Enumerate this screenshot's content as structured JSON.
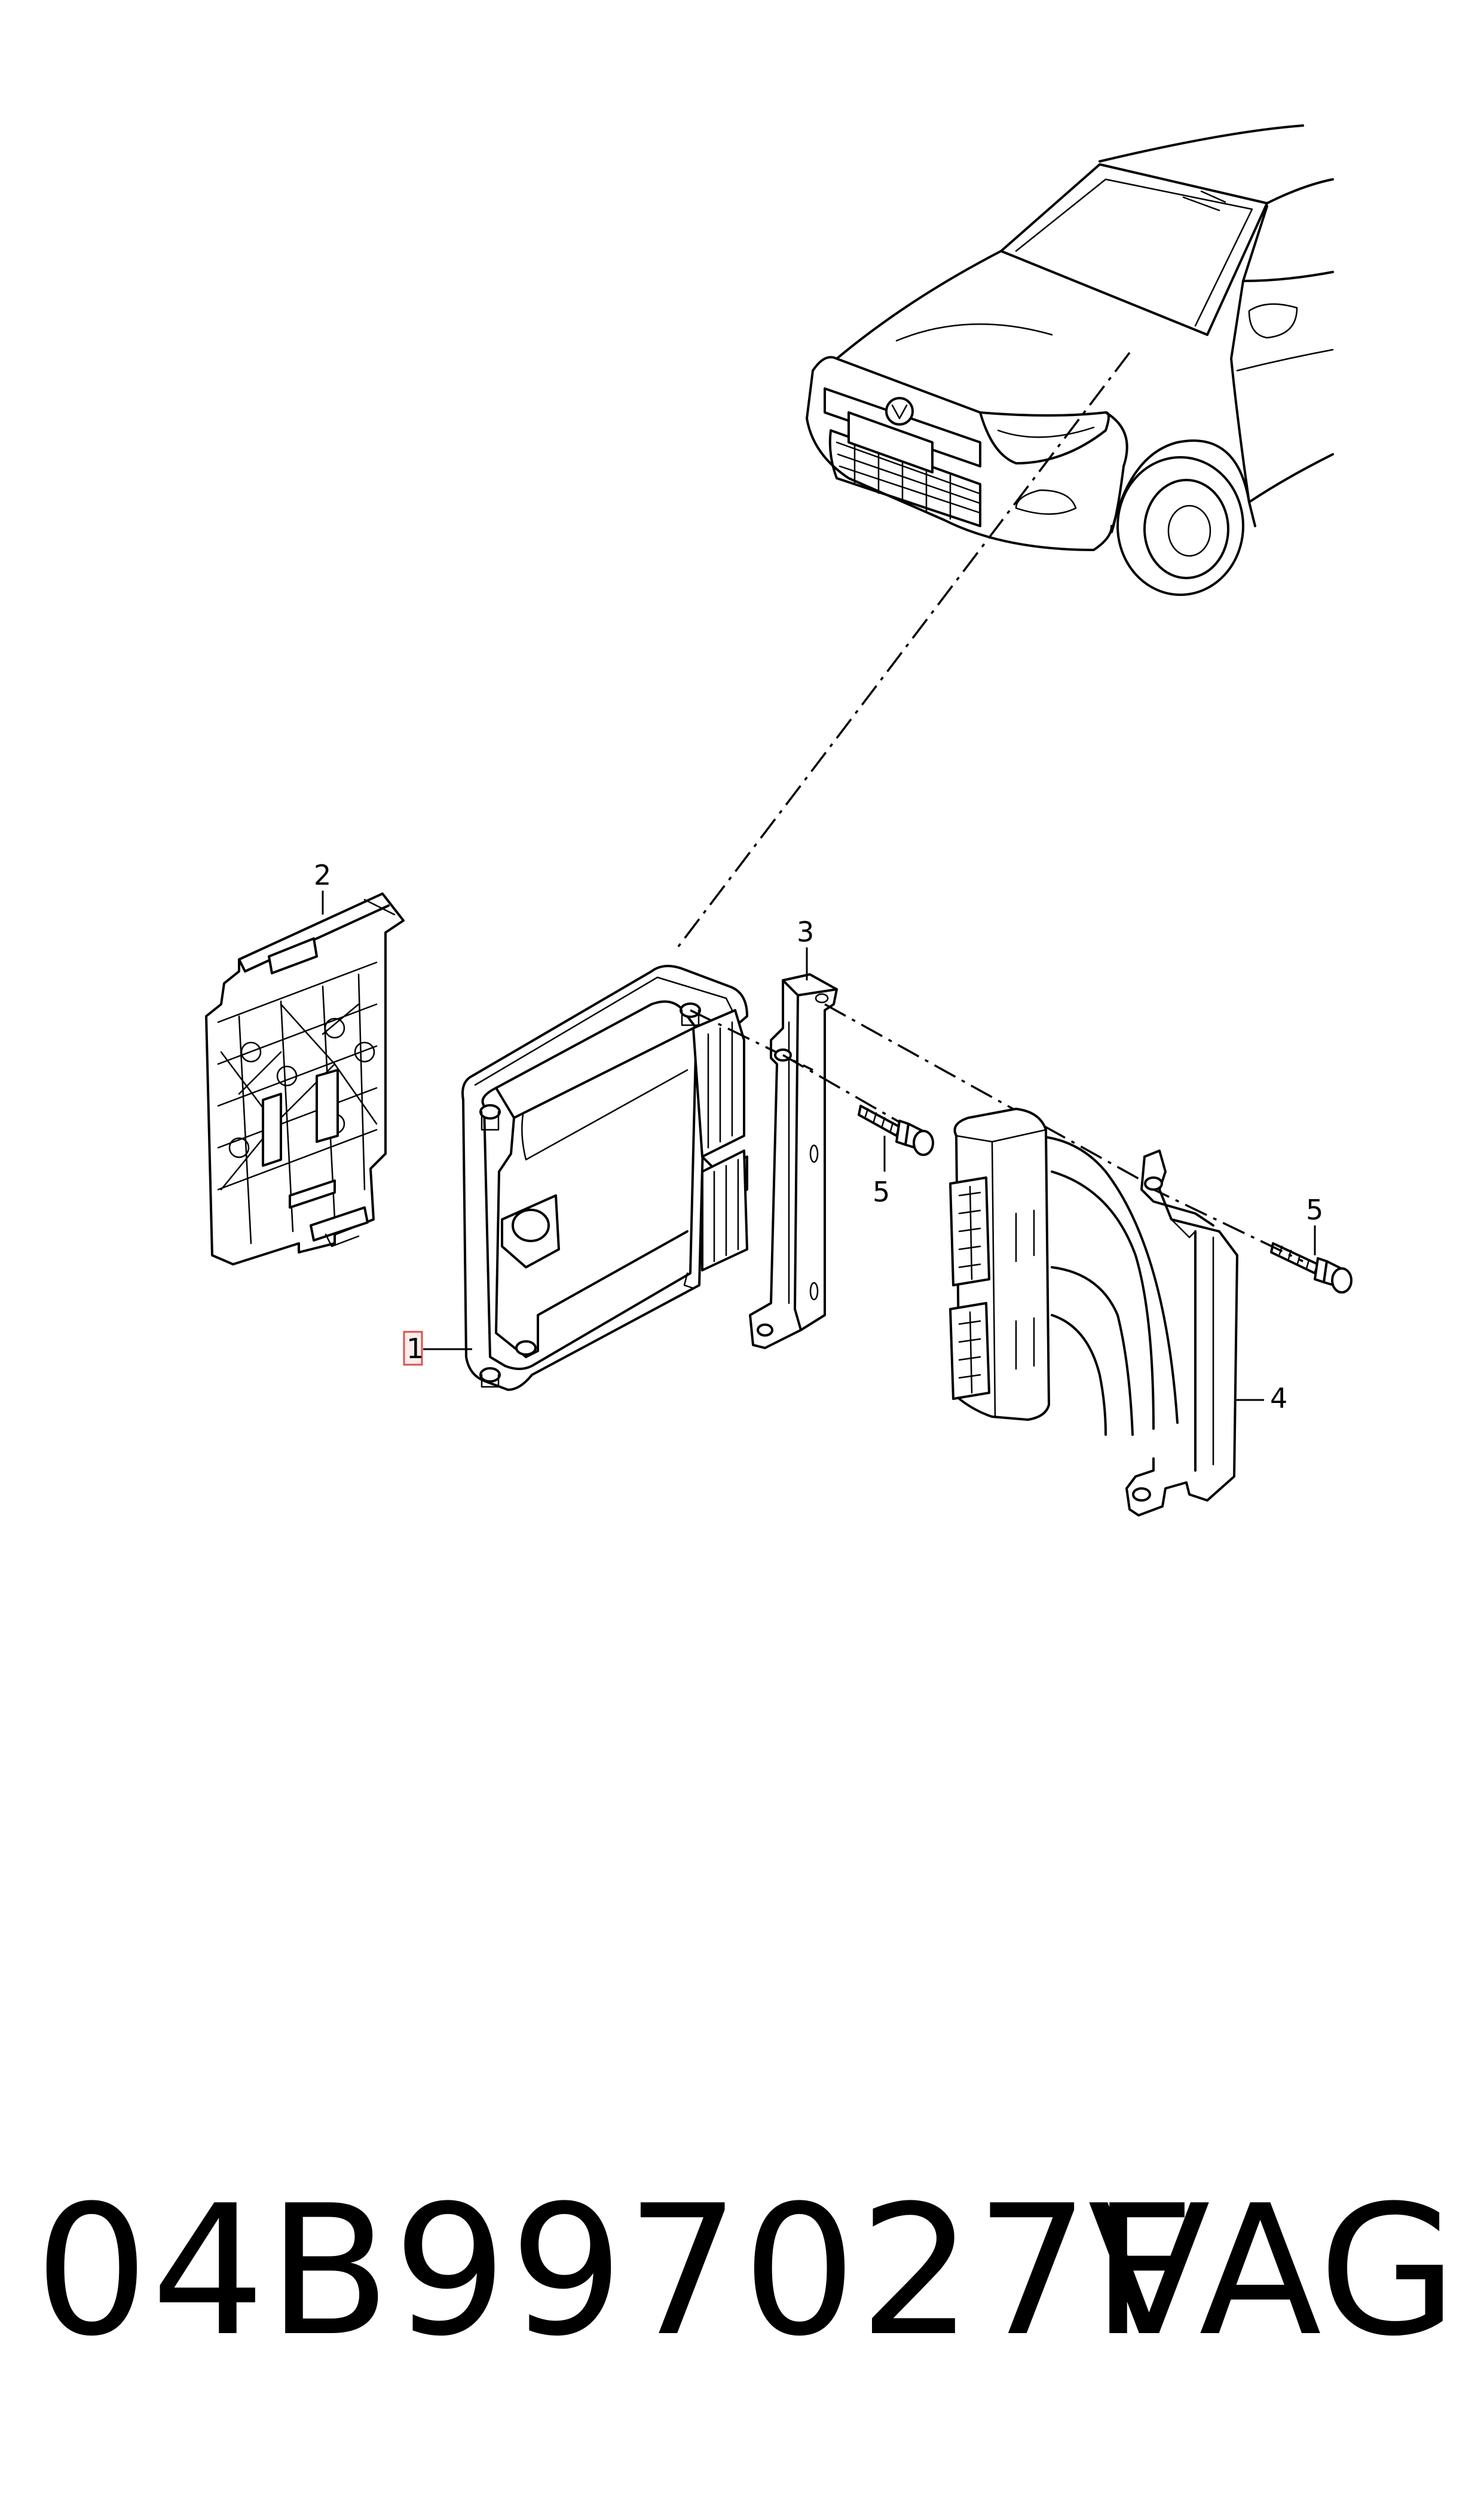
{
  "callouts": {
    "c1": "1",
    "c2": "2",
    "c3": "3",
    "c4": "4",
    "c5a": "5",
    "c5b": "5"
  },
  "caption": {
    "part_number": "04B997027F",
    "brand": "VAG"
  },
  "colors": {
    "line": "#000000",
    "background": "#ffffff",
    "highlight_box": "#d9534f"
  }
}
